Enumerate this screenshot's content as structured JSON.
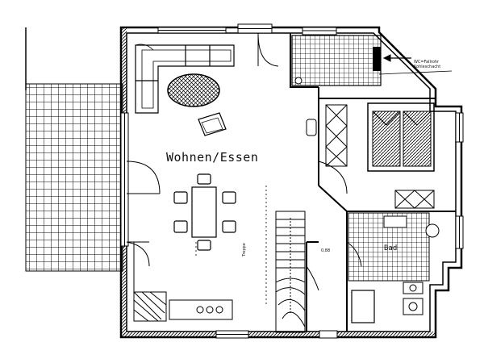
{
  "rooms": {
    "living_dining": "Wohnen/Essen",
    "bath": "Bad"
  },
  "annotations": {
    "wc_note_line1": "WC=Fallrohr",
    "wc_note_line2": "Kohleschacht",
    "stair_label": "Treppe",
    "door_dim": "0,88"
  },
  "colors": {
    "line": "#000000",
    "paper": "#ffffff"
  }
}
